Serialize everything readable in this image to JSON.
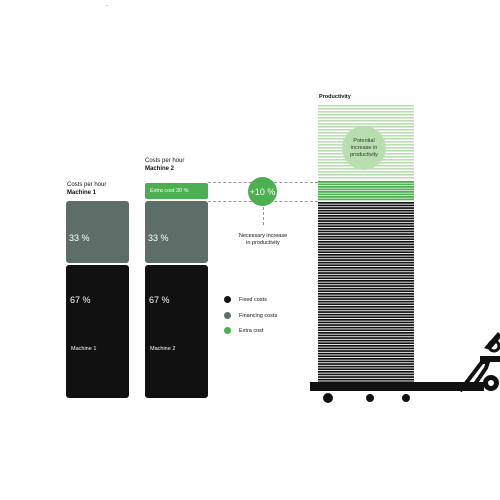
{
  "corner_mark": "-",
  "machine1": {
    "header_line1": "Costs per hour",
    "header_line2": "Machine 1",
    "financing_pct": "33 %",
    "fixed_pct": "67 %",
    "label": "Machine 1"
  },
  "machine2": {
    "header_line1": "Costs per hour",
    "header_line2": "Machine 2",
    "extra_label": "Extra cost 30 %",
    "financing_pct": "33 %",
    "fixed_pct": "67 %",
    "label": "Machine 2"
  },
  "increase": {
    "badge": "+10 %",
    "note_line1": "Necessary increase",
    "note_line2": "in productivity"
  },
  "legend": [
    {
      "label": "Fixed costs",
      "color": "#111111"
    },
    {
      "label": "Financing costs",
      "color": "#5d6e69"
    },
    {
      "label": "Extra cost",
      "color": "#4caf50"
    }
  ],
  "productivity": {
    "title": "Productivity",
    "bubble_line1": "Potential",
    "bubble_line2": "increase in",
    "bubble_line3": "productivity"
  },
  "colors": {
    "fixed": "#111111",
    "financing": "#5d6e69",
    "extra": "#4caf50",
    "potential": "#b9dfb0"
  }
}
